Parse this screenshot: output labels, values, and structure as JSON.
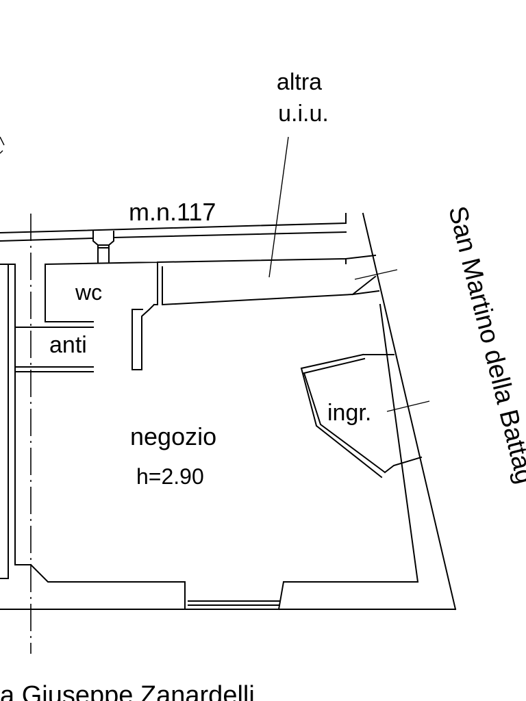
{
  "labels": {
    "other_unit_line1": "altra",
    "other_unit_line2": "u.i.u.",
    "map_number": "m.n.117",
    "wc": "wc",
    "anti": "anti",
    "shop": "negozio",
    "height": "h=2.90",
    "entrance": "ingr."
  },
  "streets": {
    "bottom": "a Giuseppe Zanardelli",
    "right": "San Martino della Battag"
  }
}
